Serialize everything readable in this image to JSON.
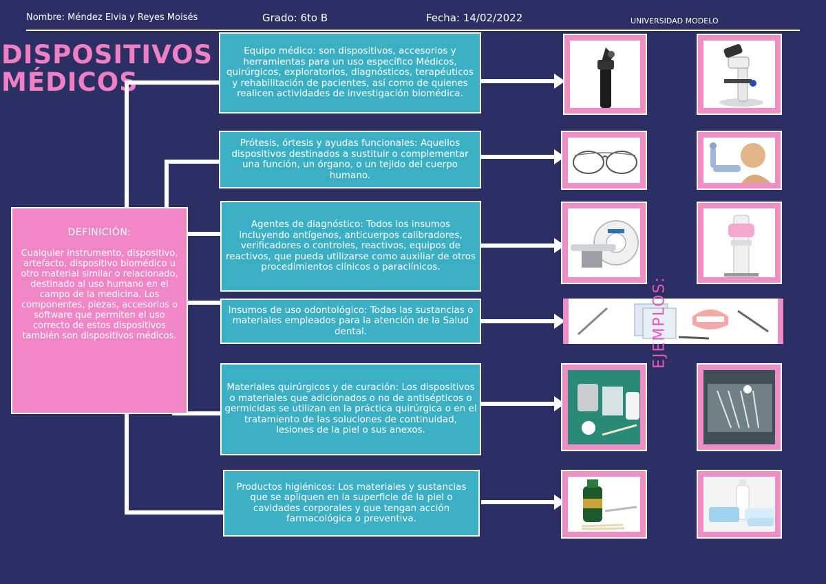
{
  "header": {
    "nombre": "Nombre: Méndez Elvia y Reyes Moisés",
    "grado": "Grado: 6to B",
    "fecha": "Fecha: 14/02/2022",
    "universidad": "UNIVERSIDAD MODELO"
  },
  "title": {
    "line1": "DISPOSITIVOS",
    "line2": "MÉDICOS"
  },
  "definition": {
    "heading": "DEFINICIÓN:",
    "text": "Cualquier instrumento, dispositivo, artefacto, dispositivo biomédico u otro material similar o relacionado, destinado al uso humano en el campo de la medicina. Los componentes, piezas, accesorios o software que permiten el uso correcto de estos dispositivos también son dispositivos médicos."
  },
  "categories": [
    {
      "text": "Equipo médico: son dispositivos, accesorios y herramientas para un uso específico Médicos, quirúrgicos, exploratorios, diagnósticos, terapéuticos y rehabilitación de pacientes, así como de quienes realicen actividades de investigación biomédica."
    },
    {
      "text": "Prótesis, órtesis y ayudas funcionales: Aquellos dispositivos destinados a sustituir o complementar una función, un órgano, o un tejido del cuerpo humano."
    },
    {
      "text": "Agentes de diagnóstico: Todos los insumos incluyendo antígenos, anticuerpos calibradores, verificadores o controles, reactivos, equipos de reactivos, que pueda utilizarse como auxiliar de otros procedimientos clínicos o paraclínicos."
    },
    {
      "text": "Insumos de uso odontológico: Todas las sustancias o materiales empleados para la atención de la Salud dental."
    },
    {
      "text": "Materiales quirúrgicos y de curación: Los dispositivos o materiales que adicionados o no de antisépticos o germicidas se utilizan en la práctica quirúrgica o en el tratamiento de las soluciones de continuidad, lesiones de la piel o sus anexos."
    },
    {
      "text": "Productos higiénicos: Los materiales y sustancias que se apliquen en la superficie de la piel o cavidades corporales y que tengan acción farmacológica o preventiva."
    }
  ],
  "examples_label": "EJEMPLOS:",
  "colors": {
    "background": "#2b2f63",
    "pink": "#f086c6",
    "teal": "#3bafc4",
    "accent_text": "#ee55b4"
  }
}
